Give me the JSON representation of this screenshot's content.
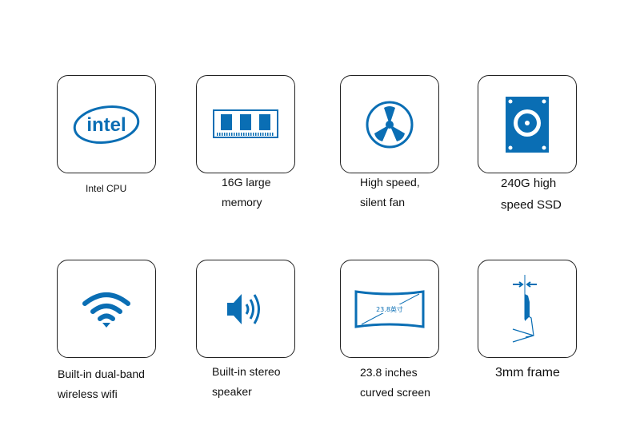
{
  "accent_color": "#0a6eb4",
  "features": [
    {
      "icon": "intel-logo-icon",
      "logo_text": "intel",
      "lines": [
        "Intel CPU"
      ]
    },
    {
      "icon": "memory-icon",
      "lines": [
        "16G large",
        "memory"
      ]
    },
    {
      "icon": "fan-icon",
      "lines": [
        "High speed,",
        "silent fan"
      ]
    },
    {
      "icon": "hard-drive-icon",
      "lines": [
        "240G high",
        "speed SSD"
      ]
    },
    {
      "icon": "wifi-icon",
      "lines": [
        "Built-in dual-band",
        "wireless wifi"
      ]
    },
    {
      "icon": "speaker-icon",
      "lines": [
        "Built-in stereo",
        "speaker"
      ]
    },
    {
      "icon": "curved-screen-icon",
      "screen_text": "23.8英寸",
      "lines": [
        "23.8 inches",
        "curved screen"
      ]
    },
    {
      "icon": "thin-frame-icon",
      "lines": [
        "3mm frame"
      ]
    }
  ]
}
